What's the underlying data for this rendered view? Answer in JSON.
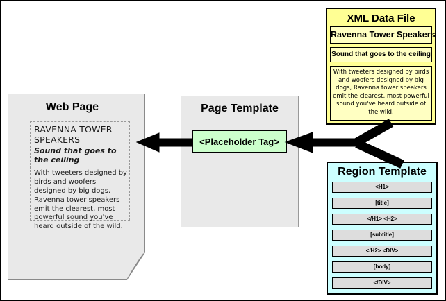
{
  "web_page": {
    "title": "Web Page",
    "heading": "RAVENNA TOWER SPEAKERS",
    "subtitle": "Sound that goes to the ceiling",
    "body": "With tweeters designed by birds and woofers designed by big dogs, Ravenna tower speakers emit the clearest, most powerful sound you've heard outside of the wild."
  },
  "page_template": {
    "title": "Page Template",
    "placeholder": "<Placeholder Tag>"
  },
  "xml_data_file": {
    "title": "XML Data File",
    "fields": [
      {
        "name": "title-field",
        "text": "Ravenna Tower Speakers"
      },
      {
        "name": "subtitle-field",
        "text": "Sound that goes to the ceiling"
      },
      {
        "name": "body-field",
        "text": "With tweeters designed by birds and woofers designed by big dogs, Ravenna tower speakers emit the clearest, most powerful sound you've heard outside of the wild."
      }
    ]
  },
  "region_template": {
    "title": "Region Template",
    "rows": [
      "<H1>",
      "[title]",
      "</H1> <H2>",
      "[subtitle]",
      "</H2> <DIV>",
      "[body]",
      "</DIV>"
    ]
  },
  "colors": {
    "xml_box": "#ffff94",
    "xml_field": "#ffffc2",
    "region_box": "#ccffff",
    "region_row": "#dddddd",
    "placeholder_box": "#ccffcc",
    "document_gray": "#e9e9e9",
    "fold_gray": "#b0b0b0",
    "arrow": "#000000"
  }
}
